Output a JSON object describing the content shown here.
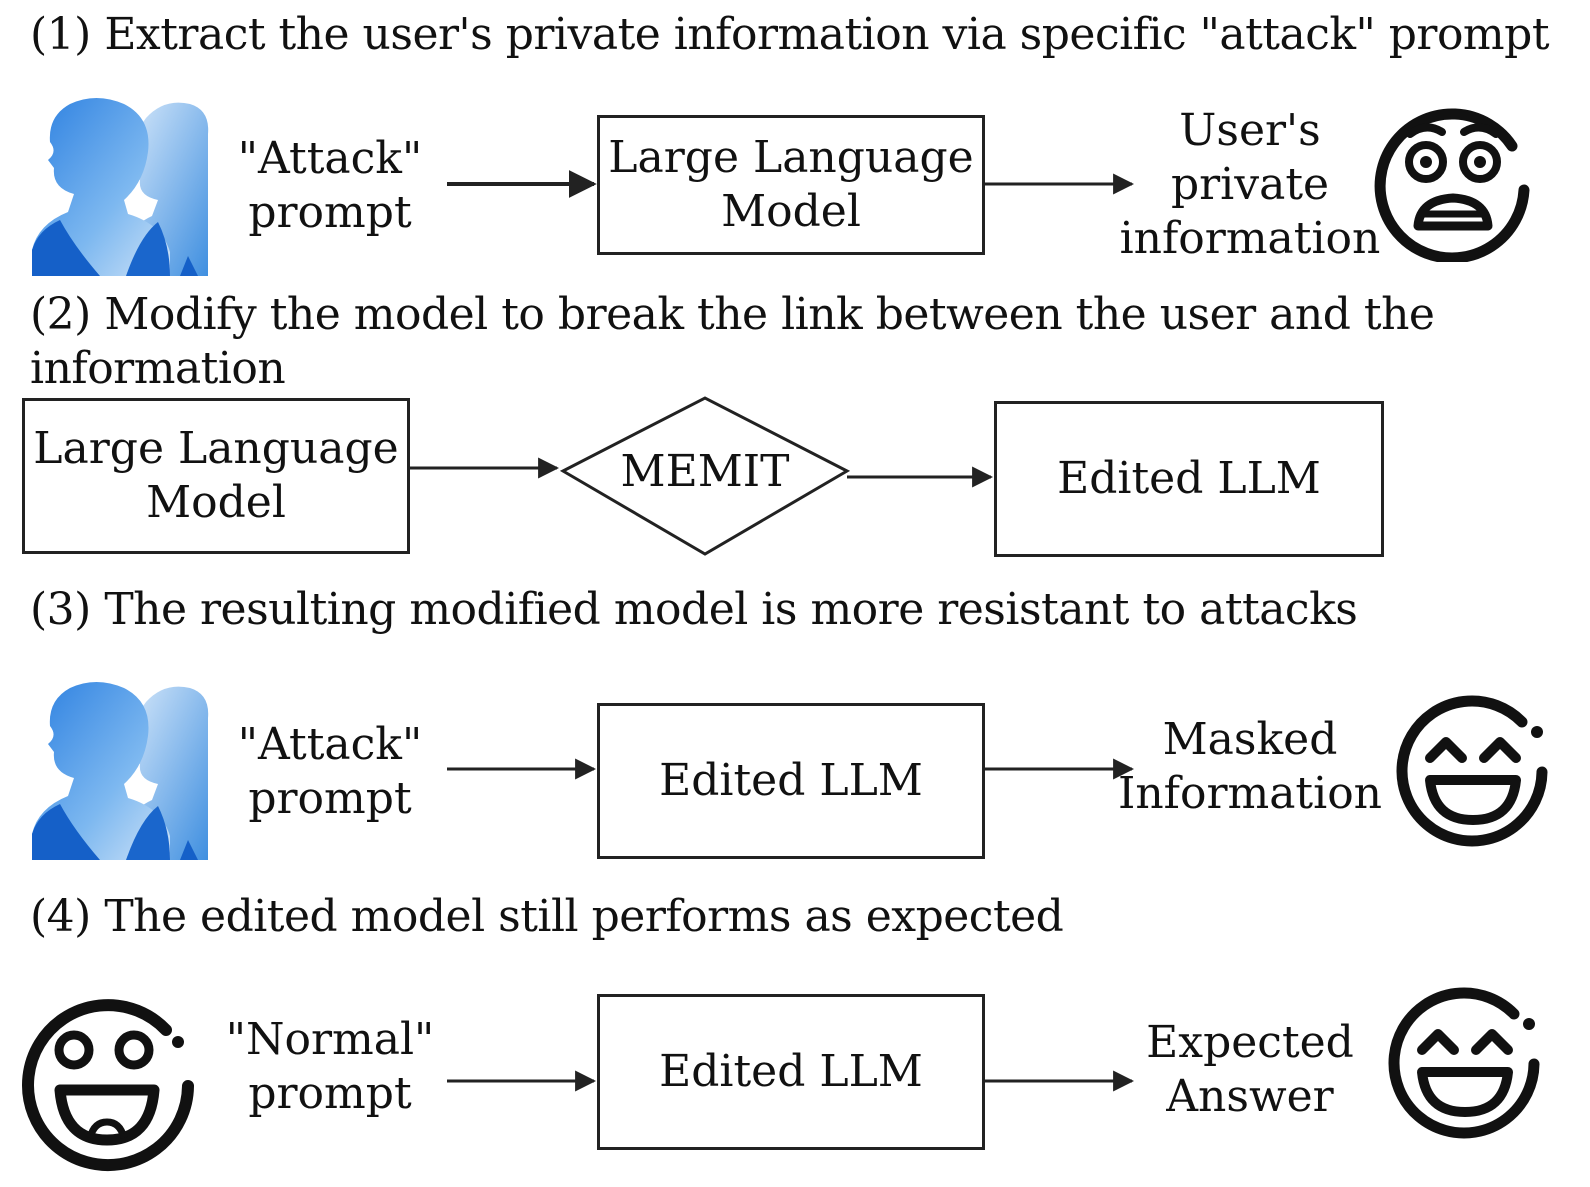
{
  "step1": {
    "heading": "(1)  Extract the user's private information via specific \"attack\" prompt",
    "prompt_line1": "\"Attack\"",
    "prompt_line2": "prompt",
    "model_line1": "Large Language",
    "model_line2": "Model",
    "output_line1": "User's",
    "output_line2": "private",
    "output_line3": "information",
    "user_icon": "users-silhouette-icon",
    "result_icon": "shocked-face-icon"
  },
  "step2": {
    "heading": "(2)  Modify the model to break the link between the user and the information",
    "model_line1": "Large Language",
    "model_line2": "Model",
    "method": "MEMIT",
    "edited": "Edited LLM"
  },
  "step3": {
    "heading": "(3)  The resulting modified model is more resistant to attacks",
    "prompt_line1": "\"Attack\"",
    "prompt_line2": "prompt",
    "model": "Edited LLM",
    "output_line1": "Masked",
    "output_line2": "Information",
    "user_icon": "users-silhouette-icon",
    "result_icon": "grinning-face-icon"
  },
  "step4": {
    "heading": "(4)  The edited model still performs as expected",
    "prompt_line1": "\"Normal\"",
    "prompt_line2": "prompt",
    "model": "Edited LLM",
    "output_line1": "Expected",
    "output_line2": "Answer",
    "user_icon": "laughing-face-icon",
    "result_icon": "grinning-face-icon"
  },
  "colors": {
    "line": "#222222",
    "icon_light": "#cfe3f7",
    "icon_mid": "#4f9ee8",
    "icon_dark": "#1560c8"
  }
}
